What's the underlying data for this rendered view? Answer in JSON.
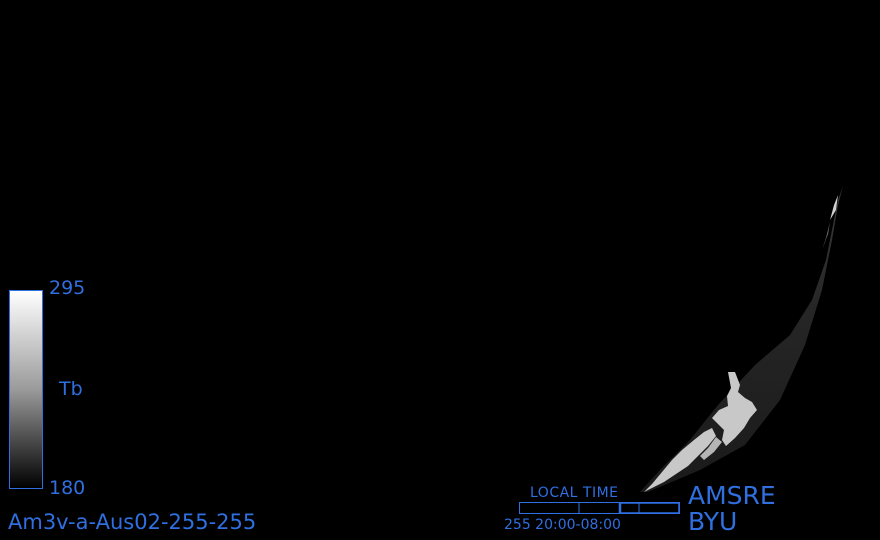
{
  "colorbar": {
    "max_label": "295",
    "min_label": "180",
    "unit_label": "Tb",
    "gradient_top": "#ffffff",
    "gradient_bottom": "#000000",
    "border_color": "#2f6fe0"
  },
  "image_id": "Am3v-a-Aus02-255-255",
  "local_time": {
    "title": "LOCAL TIME",
    "range_text": "255 20:00-08:00"
  },
  "brand": {
    "line1": "AMSRE",
    "line2": "BYU"
  },
  "colors": {
    "background": "#000000",
    "text": "#2f6fe0",
    "land": "#c8c8c8",
    "ocean": "#141414"
  }
}
